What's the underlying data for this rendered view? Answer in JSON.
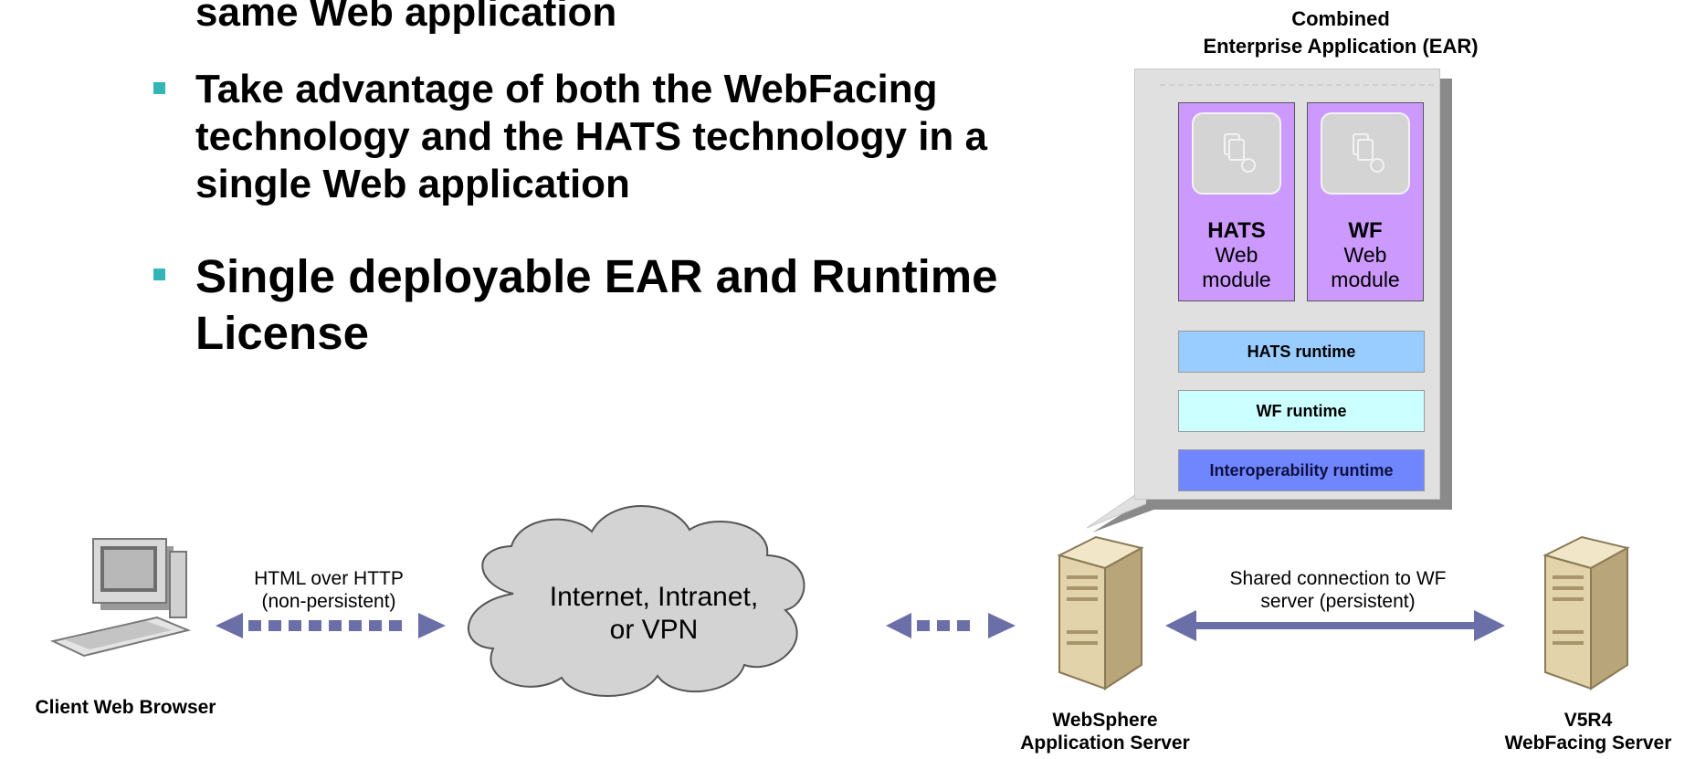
{
  "bullets": [
    "same Web application",
    "Take advantage of both the WebFacing technology and the HATS technology in a single Web application",
    "Single deployable EAR and Runtime License"
  ],
  "ear": {
    "title_line1": "Combined",
    "title_line2": "Enterprise Application (EAR)",
    "modules": [
      {
        "name": "HATS",
        "line2": "Web",
        "line3": "module"
      },
      {
        "name": "WF",
        "line2": "Web",
        "line3": "module"
      }
    ],
    "runtimes": [
      "HATS runtime",
      "WF runtime",
      "Interoperability runtime"
    ]
  },
  "network": {
    "http_line1": "HTML over HTTP",
    "http_line2": "(non-persistent)",
    "cloud_line1": "Internet, Intranet,",
    "cloud_line2": "or VPN",
    "shared_line1": "Shared connection to WF",
    "shared_line2": "server (persistent)"
  },
  "nodes": {
    "client": "Client Web Browser",
    "was_line1": "WebSphere",
    "was_line2": "Application Server",
    "wf_line1": "V5R4",
    "wf_line2": "WebFacing Server"
  },
  "colors": {
    "bullet_marker": "#33b5b5",
    "module_fill": "#cc99ff",
    "hats_runtime": "#99ccff",
    "wf_runtime": "#ccffff",
    "interop_runtime": "#6f86ff",
    "connector": "#6b6fa8"
  },
  "icons": [
    "computer-icon",
    "cloud-icon",
    "server-icon",
    "module-icon"
  ]
}
